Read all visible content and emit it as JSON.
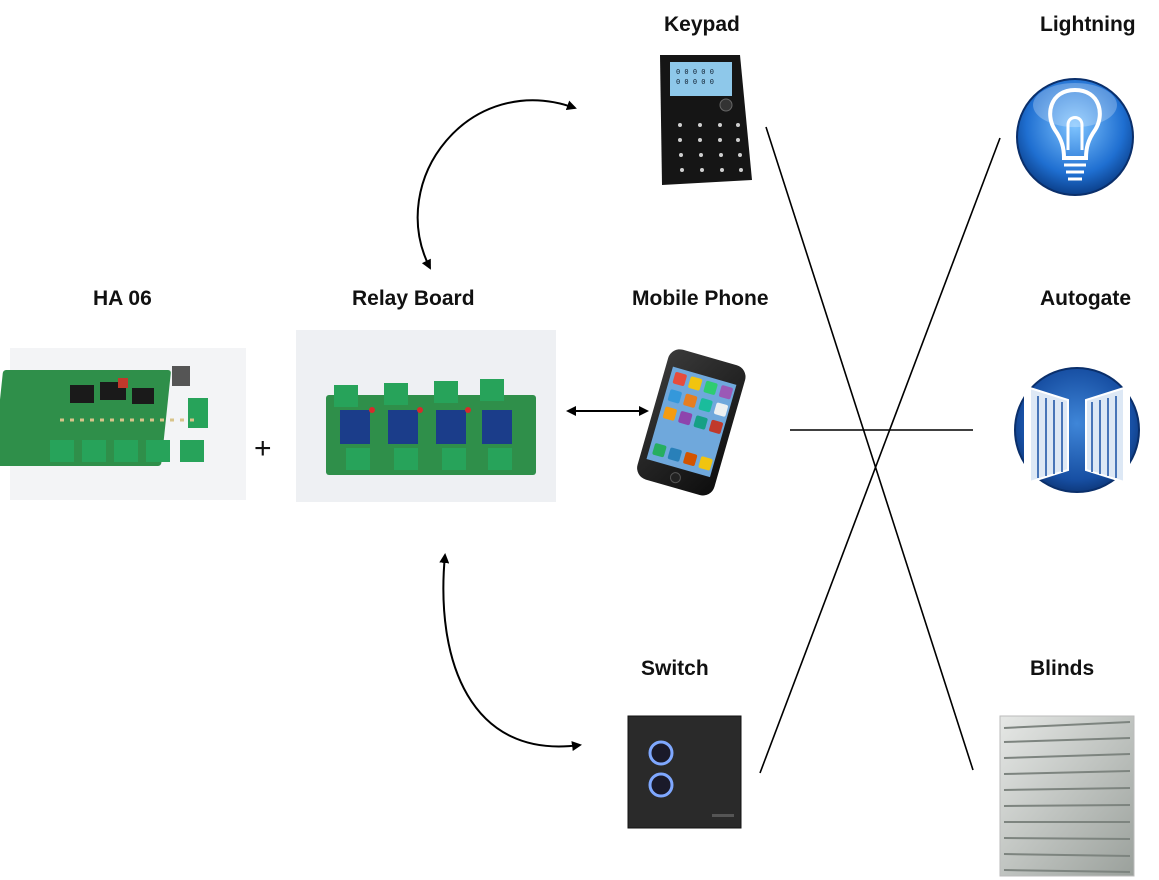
{
  "labels": {
    "keypad": "Keypad",
    "lightning": "Lightning",
    "ha06": "HA 06",
    "relay_board": "Relay Board",
    "mobile_phone": "Mobile Phone",
    "autogate": "Autogate",
    "switch": "Switch",
    "blinds": "Blinds"
  },
  "plus_sign": "+",
  "colors": {
    "pcb": "#2f8f4a",
    "terminal": "#27a35a",
    "relay": "#1b3d8a",
    "icon_blue": "#1f6fd1",
    "keypad_screen": "#8ec8ea",
    "line": "#000000"
  },
  "icons": {
    "ha06": "circuit-board-icon",
    "relay_board": "relay-board-icon",
    "keypad": "keypad-icon",
    "mobile_phone": "smartphone-icon",
    "switch": "wall-switch-icon",
    "lightning": "light-bulb-icon",
    "autogate": "gate-icon",
    "blinds": "blinds-icon"
  }
}
